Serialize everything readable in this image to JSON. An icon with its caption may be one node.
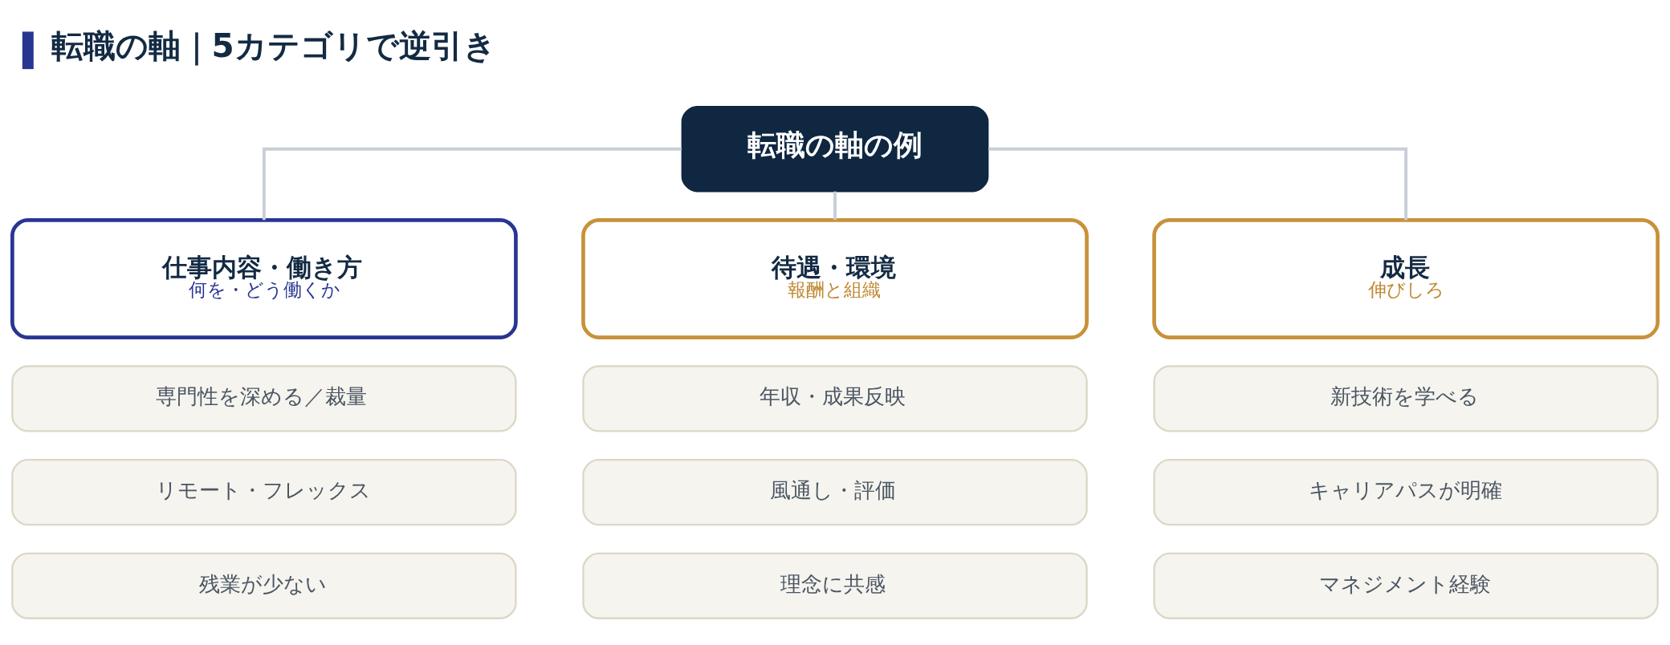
{
  "diagram": {
    "title": "転職の軸｜5カテゴリで逆引き",
    "nodes": [
      {
        "text": [
          "転職の軸の例"
        ]
      },
      {
        "text": [
          "仕事内容・働き方",
          "何を・どう働くか"
        ]
      },
      {
        "text": [
          "待遇・環境",
          "報酬と組織"
        ]
      },
      {
        "text": [
          "成長",
          "伸びしろ"
        ]
      },
      {
        "text": [
          "専門性を深める／裁量"
        ]
      },
      {
        "text": [
          "リモート・フレックス"
        ]
      },
      {
        "text": [
          "残業が少ない"
        ]
      },
      {
        "text": [
          "年収・成果反映"
        ]
      },
      {
        "text": [
          "風通し・評価"
        ]
      },
      {
        "text": [
          "理念に共感"
        ]
      },
      {
        "text": [
          "新技術を学べる"
        ]
      },
      {
        "text": [
          "キャリアパスが明確"
        ]
      },
      {
        "text": [
          "マネジメント経験"
        ]
      }
    ],
    "edges": [
      {
        "from": 0,
        "to": 1,
        "arrow": "none"
      },
      {
        "from": 0,
        "to": 2,
        "arrow": "none"
      },
      {
        "from": 0,
        "to": 3,
        "arrow": "none"
      }
    ]
  }
}
